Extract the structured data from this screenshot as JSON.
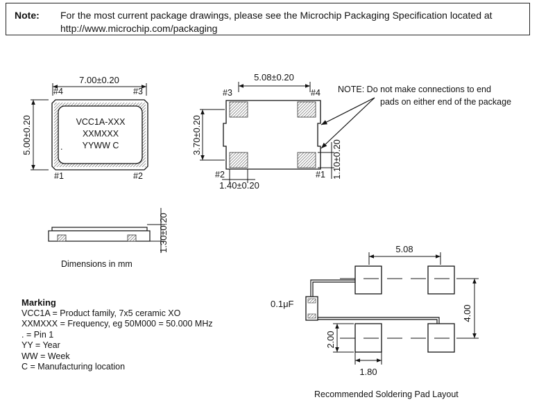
{
  "note": {
    "label": "Note:",
    "line1": "For the most current package drawings, please see the Microchip Packaging Specification located at",
    "line2": "http://www.microchip.com/packaging"
  },
  "top_view": {
    "width_dim": "7.00±0.20",
    "height_dim": "5.00±0.20",
    "pins": {
      "p1": "#1",
      "p2": "#2",
      "p3": "#3",
      "p4": "#4"
    },
    "marking_lines": [
      "VCC1A-XXX",
      "XXMXXX",
      "YYWW C"
    ],
    "dot": "."
  },
  "bottom_view": {
    "pitch_dim": "5.08±0.20",
    "height_dim": "3.70±0.20",
    "pad_width_dim": "1.40±0.20",
    "pad_height_dim": "1.10±0.20",
    "pins": {
      "p1": "#1",
      "p2": "#2",
      "p3": "#3",
      "p4": "#4"
    },
    "note_line1": "NOTE: Do not make connections to end",
    "note_line2": "pads on either end of the package"
  },
  "side_view": {
    "height_dim": "1.30±0.20",
    "caption": "Dimensions in mm"
  },
  "marking": {
    "title": "Marking",
    "lines": [
      "VCC1A = Product family, 7x5 ceramic XO",
      "XXMXXX = Frequency, eg 50M000 = 50.000 MHz",
      ". = Pin 1",
      "YY = Year",
      "WW = Week",
      "C  = Manufacturing location"
    ]
  },
  "soldering": {
    "pitch_dim": "5.08",
    "height_dim": "4.00",
    "pad_height_dim": "2.00",
    "pad_width_dim": "1.80",
    "capacitor_label": "0.1μF",
    "caption": "Recommended Soldering Pad Layout"
  }
}
